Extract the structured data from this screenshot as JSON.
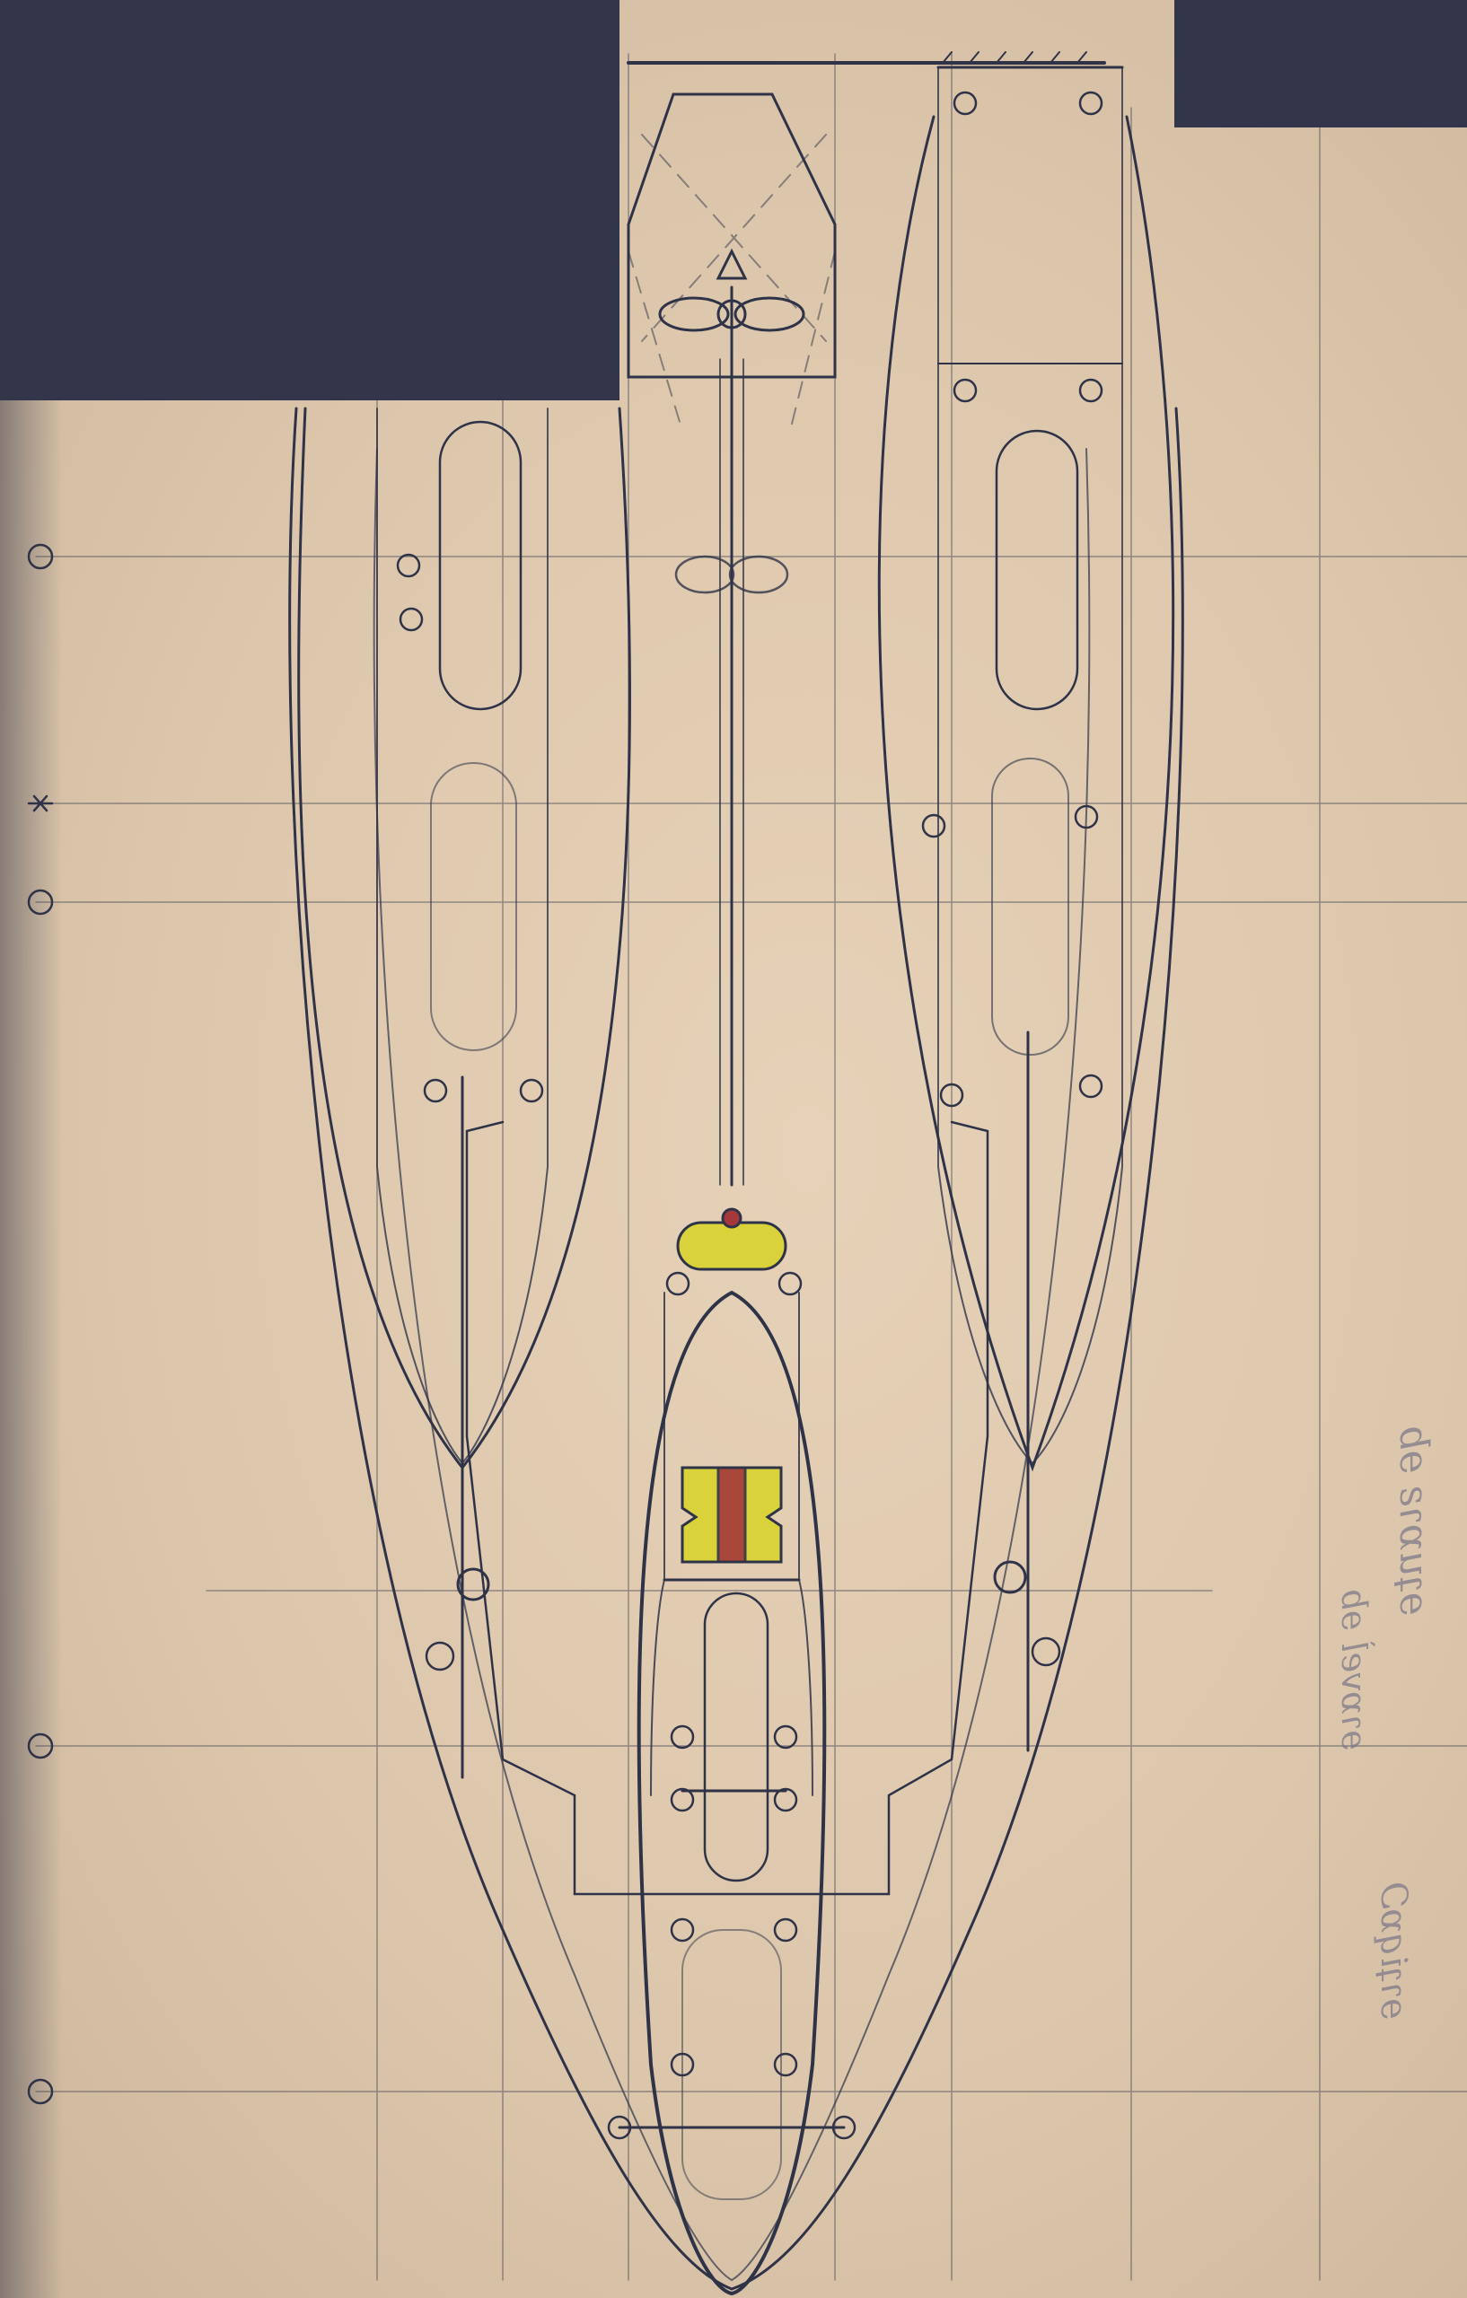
{
  "sheet": {
    "paper_color": "#e3cfb5",
    "ink_color": "#2f3348",
    "mask_color": "#33354a",
    "highlight_yellow": "#d9d23a",
    "highlight_red": "#a4383a"
  },
  "annotations": {
    "line_1": "ɘʇuɒɿƨ ɘb",
    "line_2": "ɘɿɒvel̀ ɘb",
    "line_3": "ɘɿʇiqɒƆ"
  },
  "icons": [
    "propeller-icon",
    "hull-icon",
    "rivet-icon"
  ]
}
